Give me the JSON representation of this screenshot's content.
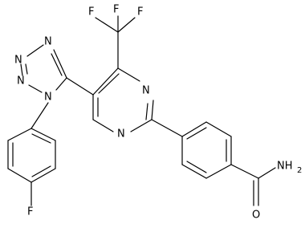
{
  "molecule": {
    "atom_labels": {
      "f_top_left": "F",
      "f_top_mid": "F",
      "f_top_right": "F",
      "n_tetrazole_1": "N",
      "n_tetrazole_2": "N",
      "n_tetrazole_3": "N",
      "n_tetrazole_4": "N",
      "n_pyrimidine_1": "N",
      "n_pyrimidine_2": "N",
      "nh2": "NH",
      "nh2_subscript": "2",
      "o_amide": "O",
      "f_phenyl": "F"
    },
    "colors": {
      "bond": "#000000",
      "label": "#000000",
      "background": "#ffffff"
    }
  }
}
